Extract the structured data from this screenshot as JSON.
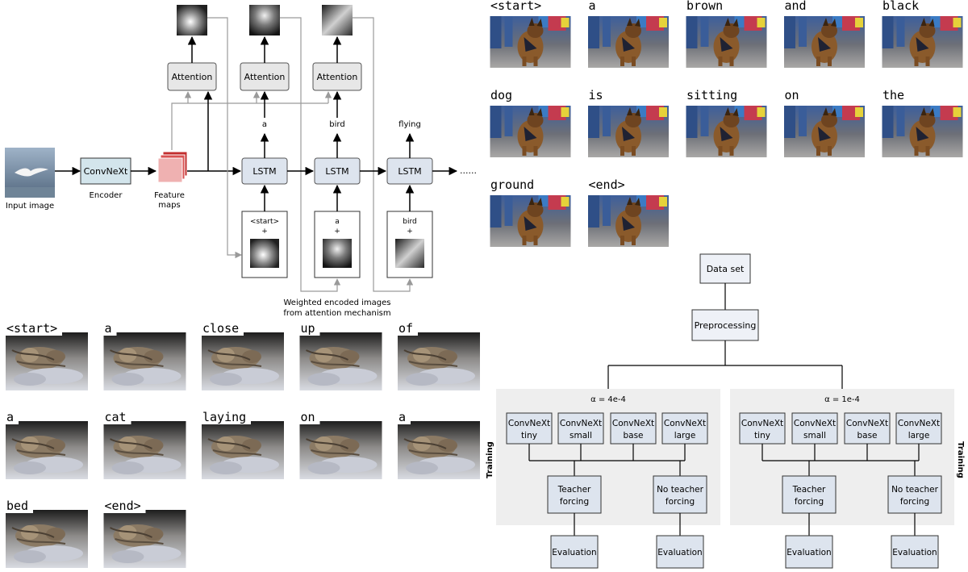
{
  "architecture": {
    "input_label": "Input image",
    "encoder_box": "ConvNeXt",
    "encoder_label": "Encoder",
    "feature_label_1": "Feature",
    "feature_label_2": "maps",
    "attention_label": "Attention",
    "lstm_label": "LSTM",
    "continuation": "......",
    "outputs": [
      "a",
      "bird",
      "flying"
    ],
    "decoder_inputs": [
      "<start>",
      "a",
      "bird"
    ],
    "plus": "+",
    "weighted_caption_1": "Weighted encoded images",
    "weighted_caption_2": "from attention mechanism"
  },
  "dog_caption": {
    "words": [
      "<start>",
      "a",
      "brown",
      "and",
      "black",
      "dog",
      "is",
      "sitting",
      "on",
      "the",
      "ground",
      "<end>"
    ]
  },
  "cat_caption": {
    "words": [
      "<start>",
      "a",
      "close",
      "up",
      "of",
      "a",
      "cat",
      "laying",
      "on",
      "a",
      "bed",
      "<end>"
    ]
  },
  "pipeline": {
    "dataset": "Data set",
    "preprocessing": "Preprocessing",
    "training_label": "Training",
    "groups": [
      {
        "alpha": "α = 4e-4",
        "models": [
          [
            "ConvNeXt",
            "tiny"
          ],
          [
            "ConvNeXt",
            "small"
          ],
          [
            "ConvNeXt",
            "base"
          ],
          [
            "ConvNeXt",
            "large"
          ]
        ],
        "teacher": [
          "Teacher",
          "forcing"
        ],
        "no_teacher": [
          "No teacher",
          "forcing"
        ],
        "evaluation": "Evaluation"
      },
      {
        "alpha": "α = 1e-4",
        "models": [
          [
            "ConvNeXt",
            "tiny"
          ],
          [
            "ConvNeXt",
            "small"
          ],
          [
            "ConvNeXt",
            "base"
          ],
          [
            "ConvNeXt",
            "large"
          ]
        ],
        "teacher": [
          "Teacher",
          "forcing"
        ],
        "no_teacher": [
          "No teacher",
          "forcing"
        ],
        "evaluation": "Evaluation"
      }
    ]
  }
}
